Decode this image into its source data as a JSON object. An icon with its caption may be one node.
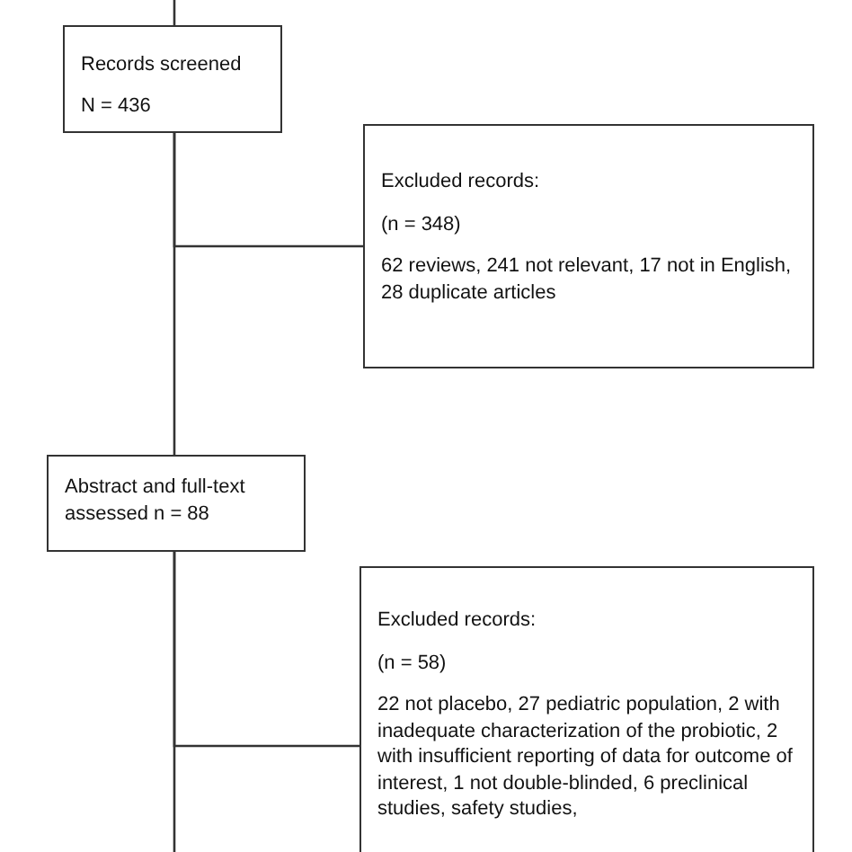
{
  "diagram": {
    "nodes": [
      {
        "text": [
          "Records screened",
          "N = 436"
        ]
      },
      {
        "text": [
          "Excluded records:",
          "(n = 348)",
          "62 reviews, 241 not relevant, 17 not in English, 28 duplicate articles"
        ]
      },
      {
        "text": [
          "Abstract and full-text assessed n = 88"
        ]
      },
      {
        "text": [
          "Excluded records:",
          "(n = 58)",
          "22 not placebo, 27 pediatric population, 2 with inadequate characterization of the probiotic, 2 with insufficient reporting of data for outcome of interest, 1 not double-blinded, 6 preclinical studies, safety studies,"
        ]
      }
    ],
    "edges": [
      {
        "from": null,
        "to": 0,
        "arrow": "none"
      },
      {
        "from": 0,
        "to": 1,
        "arrow": "none"
      },
      {
        "from": 0,
        "to": 2,
        "arrow": "none"
      },
      {
        "from": 2,
        "to": 3,
        "arrow": "none"
      },
      {
        "from": 2,
        "to": null,
        "arrow": "none"
      }
    ]
  }
}
